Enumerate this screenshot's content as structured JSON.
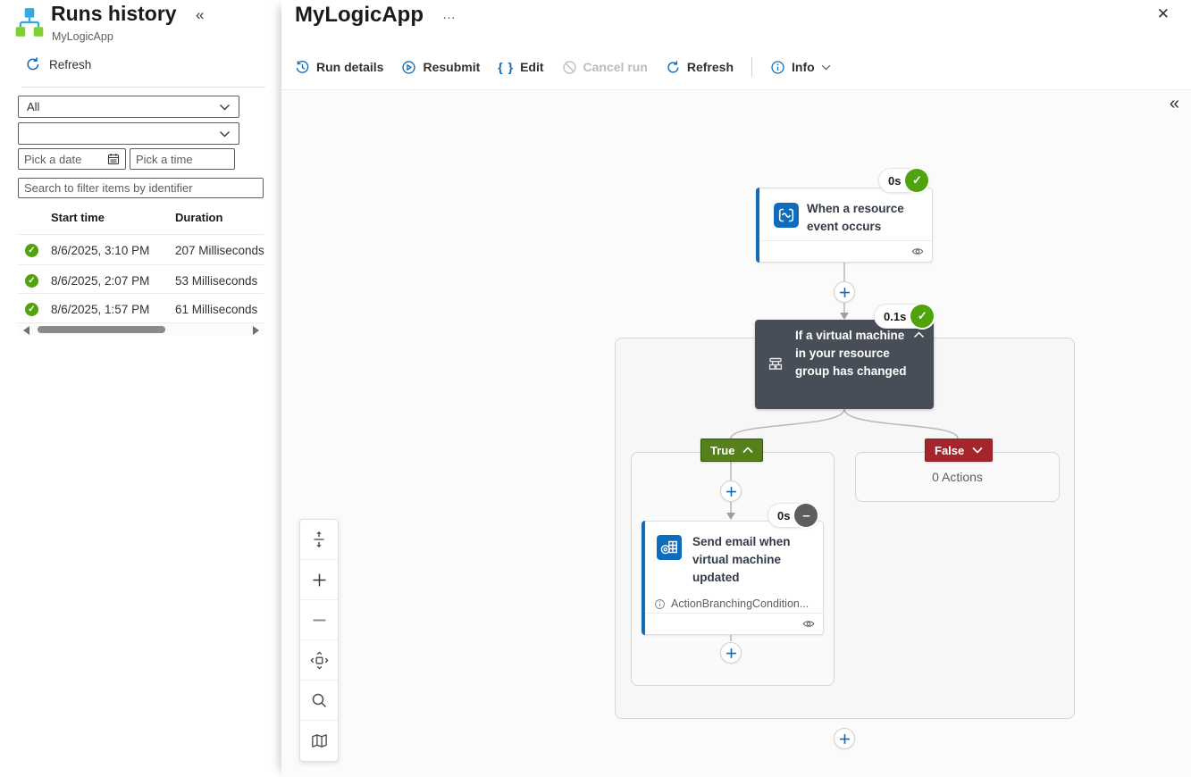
{
  "icons": {
    "check": "✓",
    "minus": "–",
    "collapse": "«",
    "close": "✕",
    "more": "…"
  },
  "left_panel": {
    "title": "Runs history",
    "subtitle": "MyLogicApp",
    "refresh_label": "Refresh",
    "filters": {
      "status_filter_value": "All",
      "secondary_filter_value": "",
      "date_placeholder": "Pick a date",
      "time_placeholder": "Pick a time",
      "search_placeholder": "Search to filter items by identifier"
    },
    "runs_table": {
      "columns": {
        "start_time": "Start time",
        "duration": "Duration"
      },
      "rows": [
        {
          "status": "Succeeded",
          "start_time": "8/6/2025, 3:10 PM",
          "duration": "207 Milliseconds"
        },
        {
          "status": "Succeeded",
          "start_time": "8/6/2025, 2:07 PM",
          "duration": "53 Milliseconds"
        },
        {
          "status": "Succeeded",
          "start_time": "8/6/2025, 1:57 PM",
          "duration": "61 Milliseconds"
        }
      ]
    }
  },
  "main": {
    "title": "MyLogicApp",
    "toolbar": {
      "run_details": "Run details",
      "resubmit": "Resubmit",
      "edit": "Edit",
      "cancel_run": "Cancel run",
      "refresh": "Refresh",
      "info": "Info"
    }
  },
  "workflow": {
    "trigger": {
      "title": "When a resource event occurs",
      "duration_badge": "0s",
      "status": "Succeeded"
    },
    "condition": {
      "title": "If a virtual machine in your resource group has changed",
      "duration_badge": "0.1s",
      "status": "Succeeded"
    },
    "true_branch": {
      "label": "True",
      "action": {
        "title": "Send email when virtual machine updated",
        "note": "ActionBranchingCondition...",
        "duration_badge": "0s",
        "status": "Skipped"
      }
    },
    "false_branch": {
      "label": "False",
      "empty_text": "0 Actions"
    }
  },
  "colors": {
    "accent_blue": "#0f6cbd",
    "success_green": "#4fa30c",
    "true_badge_green": "#56801a",
    "false_badge_red": "#a4262c",
    "condition_card": "#474e57",
    "skipped_gray": "#5b5d5e"
  }
}
